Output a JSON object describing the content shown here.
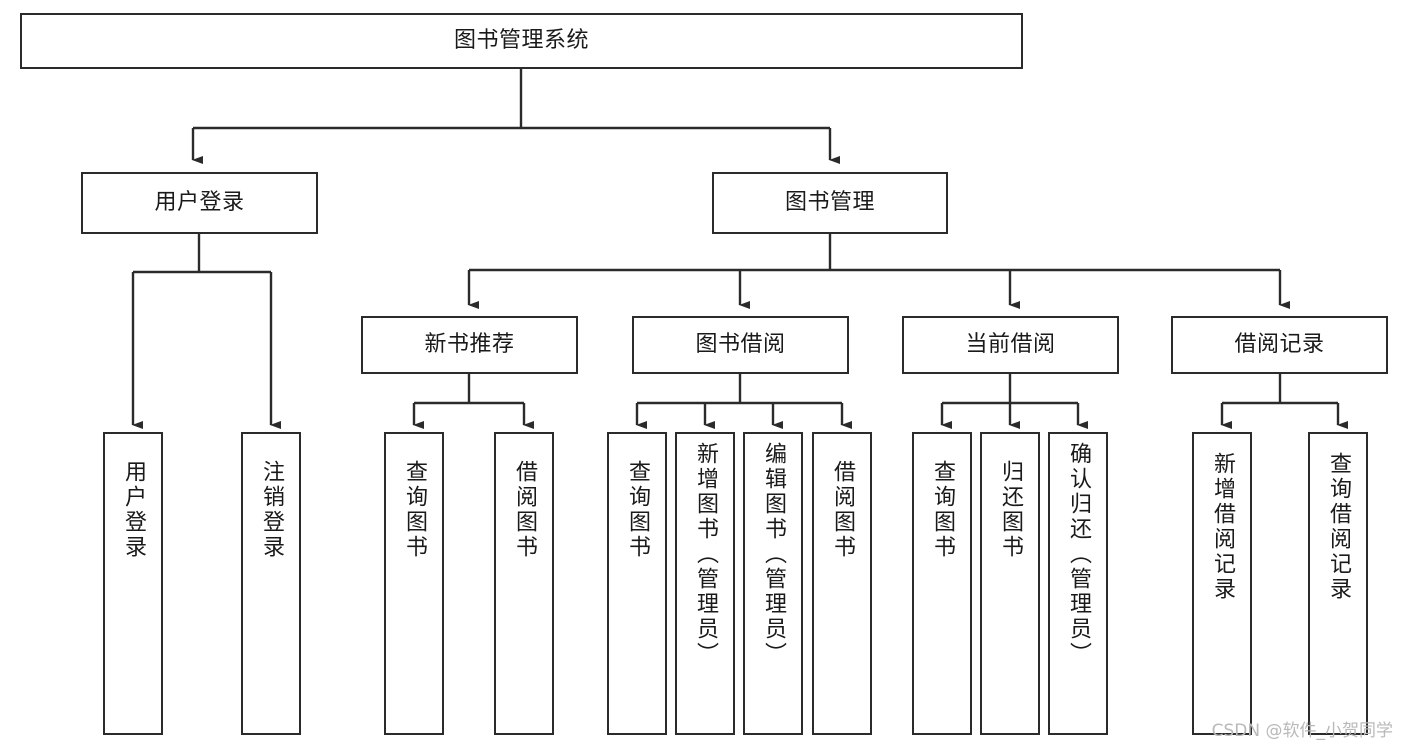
{
  "diagram": {
    "type": "tree-hierarchy-chart",
    "title": "图书管理系统",
    "orientation": "top-down",
    "box_fill": "#ffffff",
    "box_stroke": "#2b2b2b",
    "text_color": "#1a1a1a",
    "background": "#ffffff"
  },
  "watermark": {
    "text": "CSDN @软件_小贺同学",
    "color": "#b9b9b9"
  },
  "levels": {
    "root": {
      "label": "图书管理系统"
    },
    "level2": [
      {
        "id": "user-login",
        "label": "用户登录"
      },
      {
        "id": "book-manage",
        "label": "图书管理"
      }
    ],
    "level3": [
      {
        "id": "new-book-recommend",
        "label": "新书推荐",
        "parent": "book-manage"
      },
      {
        "id": "book-borrow",
        "label": "图书借阅",
        "parent": "book-manage"
      },
      {
        "id": "current-borrow",
        "label": "当前借阅",
        "parent": "book-manage"
      },
      {
        "id": "borrow-record",
        "label": "借阅记录",
        "parent": "book-manage"
      }
    ],
    "leaves": [
      {
        "id": "leaf-user-login",
        "label": "用户登录",
        "parent": "user-login"
      },
      {
        "id": "leaf-logout-login",
        "label": "注销登录",
        "parent": "user-login"
      },
      {
        "id": "leaf-query-book-1",
        "label": "查询图书",
        "parent": "new-book-recommend"
      },
      {
        "id": "leaf-borrow-book-1",
        "label": "借阅图书",
        "parent": "new-book-recommend"
      },
      {
        "id": "leaf-query-book-2",
        "label": "查询图书",
        "parent": "book-borrow"
      },
      {
        "id": "leaf-add-book",
        "label": "新增图书（管理员）",
        "parent": "book-borrow"
      },
      {
        "id": "leaf-edit-book",
        "label": "编辑图书（管理员）",
        "parent": "book-borrow"
      },
      {
        "id": "leaf-borrow-book-2",
        "label": "借阅图书",
        "parent": "book-borrow"
      },
      {
        "id": "leaf-query-book-3",
        "label": "查询图书",
        "parent": "current-borrow"
      },
      {
        "id": "leaf-return-book",
        "label": "归还图书",
        "parent": "current-borrow"
      },
      {
        "id": "leaf-confirm-return",
        "label": "确认归还（管理员）",
        "parent": "current-borrow"
      },
      {
        "id": "leaf-add-record",
        "label": "新增借阅记录",
        "parent": "borrow-record"
      },
      {
        "id": "leaf-query-record",
        "label": "查询借阅记录",
        "parent": "borrow-record"
      }
    ]
  }
}
